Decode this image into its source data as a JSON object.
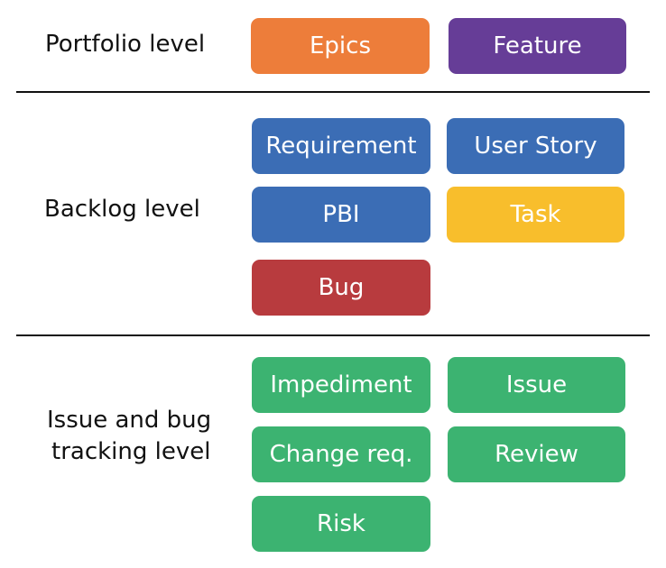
{
  "colors": {
    "orange": "#ED7D3A",
    "purple": "#663D97",
    "blue": "#3B6DB5",
    "yellow": "#F8BE2C",
    "red": "#B83B3E",
    "green": "#3CB371"
  },
  "levels": {
    "portfolio": {
      "label": "Portfolio level",
      "items": [
        {
          "label": "Epics",
          "color": "#ED7D3A"
        },
        {
          "label": "Feature",
          "color": "#663D97"
        }
      ]
    },
    "backlog": {
      "label": "Backlog level",
      "items": [
        {
          "label": "Requirement",
          "color": "#3B6DB5"
        },
        {
          "label": "User Story",
          "color": "#3B6DB5"
        },
        {
          "label": "PBI",
          "color": "#3B6DB5"
        },
        {
          "label": "Task",
          "color": "#F8BE2C"
        },
        {
          "label": "Bug",
          "color": "#B83B3E"
        }
      ]
    },
    "issue": {
      "label_line1": "Issue and bug",
      "label_line2": "tracking level",
      "items": [
        {
          "label": "Impediment",
          "color": "#3CB371"
        },
        {
          "label": "Issue",
          "color": "#3CB371"
        },
        {
          "label": "Change req.",
          "color": "#3CB371"
        },
        {
          "label": "Review",
          "color": "#3CB371"
        },
        {
          "label": "Risk",
          "color": "#3CB371"
        }
      ]
    }
  }
}
